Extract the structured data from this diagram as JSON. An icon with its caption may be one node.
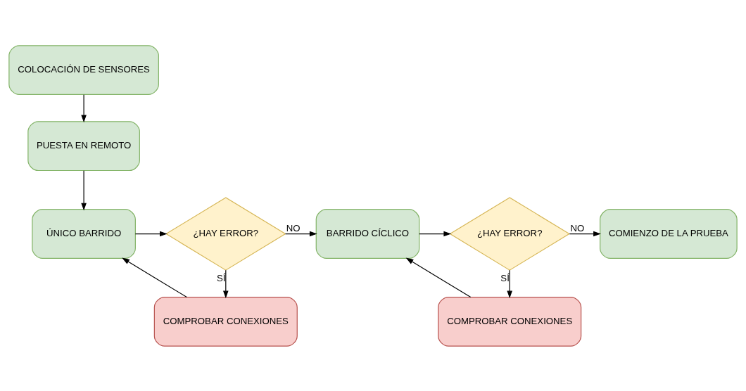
{
  "diagram": {
    "nodes": [
      {
        "text": [
          "COLOCACIÓN DE SENSORES"
        ]
      },
      {
        "text": [
          "PUESTA EN REMOTO"
        ]
      },
      {
        "text": [
          "ÚNICO BARRIDO"
        ]
      },
      {
        "text": [
          "¿HAY ERROR?"
        ]
      },
      {
        "text": [
          "BARRIDO CÍCLICO"
        ]
      },
      {
        "text": [
          "¿HAY ERROR?"
        ]
      },
      {
        "text": [
          "COMIENZO DE LA PRUEBA"
        ]
      },
      {
        "text": [
          "COMPROBAR CONEXIONES"
        ]
      },
      {
        "text": [
          "COMPROBAR CONEXIONES"
        ]
      }
    ],
    "edges": [
      {
        "from": 0,
        "to": 1,
        "arrow": "to"
      },
      {
        "from": 1,
        "to": 2,
        "arrow": "to"
      },
      {
        "from": 2,
        "to": 3,
        "arrow": "to"
      },
      {
        "from": 3,
        "to": 4,
        "arrow": "to",
        "label": "NO"
      },
      {
        "from": 3,
        "to": 7,
        "arrow": "to",
        "label": "SÍ"
      },
      {
        "from": 7,
        "to": 2,
        "arrow": "to"
      },
      {
        "from": 4,
        "to": 5,
        "arrow": "to"
      },
      {
        "from": 5,
        "to": 6,
        "arrow": "to",
        "label": "NO"
      },
      {
        "from": 5,
        "to": 8,
        "arrow": "to",
        "label": "SÍ"
      },
      {
        "from": 8,
        "to": 4,
        "arrow": "to"
      }
    ]
  }
}
